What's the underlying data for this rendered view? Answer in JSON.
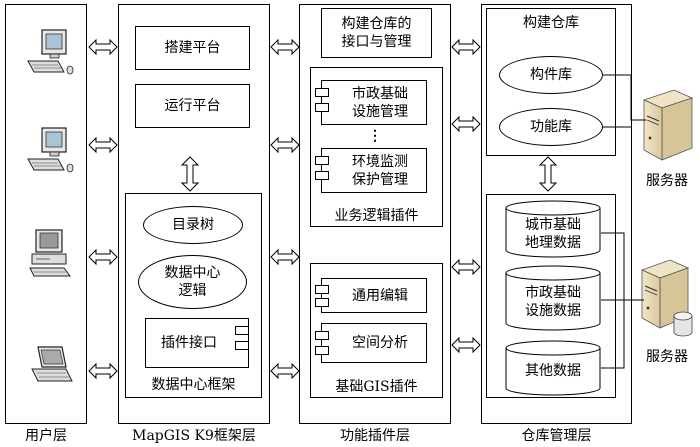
{
  "layers": {
    "user": "用户层",
    "framework": "MapGIS K9框架层",
    "plugin": "功能插件层",
    "warehouse": "仓库管理层"
  },
  "framework": {
    "build_platform": "搭建平台",
    "run_platform": "运行平台",
    "directory_tree": "目录树",
    "data_center_logic": "数据中心\n逻辑",
    "plugin_interface": "插件接口",
    "data_center_framework": "数据中心框架"
  },
  "plugin": {
    "interface_mgmt": "构建仓库的\n接口与管理",
    "municipal_mgmt": "市政基础\n设施管理",
    "ellipsis": "⋮",
    "env_monitor": "环境监测\n保护管理",
    "business_logic": "业务逻辑插件",
    "general_edit": "通用编辑",
    "spatial_analysis": "空间分析",
    "basic_gis": "基础GIS插件"
  },
  "warehouse": {
    "build_warehouse": "构建仓库",
    "component_lib": "构件库",
    "function_lib": "功能库",
    "city_geo_data": "城市基础\n地理数据",
    "municipal_data": "市政基础\n设施数据",
    "other_data": "其他数据"
  },
  "servers": {
    "server1": "服务器",
    "server2": "服务器"
  }
}
